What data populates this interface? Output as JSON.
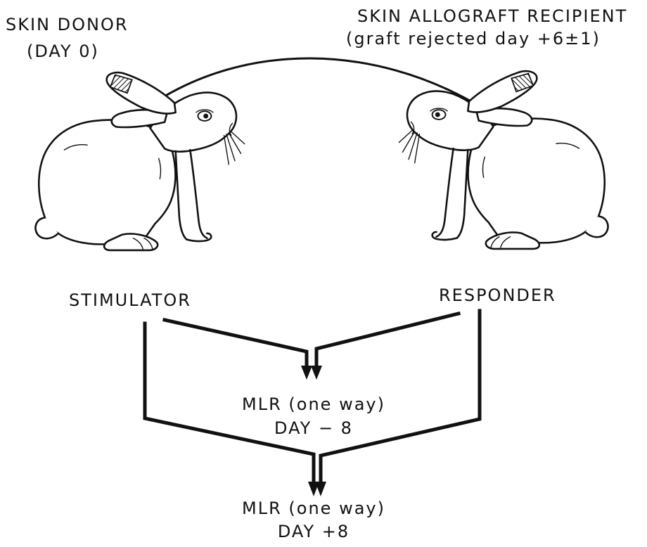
{
  "donor": {
    "line1": "SKIN DONOR",
    "line2": "(DAY 0)"
  },
  "recipient": {
    "line1": "SKIN ALLOGRAFT RECIPIENT",
    "line2": "(graft rejected day +6±1)"
  },
  "stimulator_label": "STIMULATOR",
  "responder_label": "RESPONDER",
  "mlr_first": {
    "line1": "MLR (one way)",
    "line2": "DAY − 8"
  },
  "mlr_second": {
    "line1": "MLR (one way)",
    "line2": "DAY +8"
  },
  "icons": [
    "rabbit-stimulator-icon",
    "rabbit-responder-icon",
    "skin-graft-patch-icon"
  ],
  "colors": {
    "ink": "#111111",
    "background": "#ffffff"
  }
}
